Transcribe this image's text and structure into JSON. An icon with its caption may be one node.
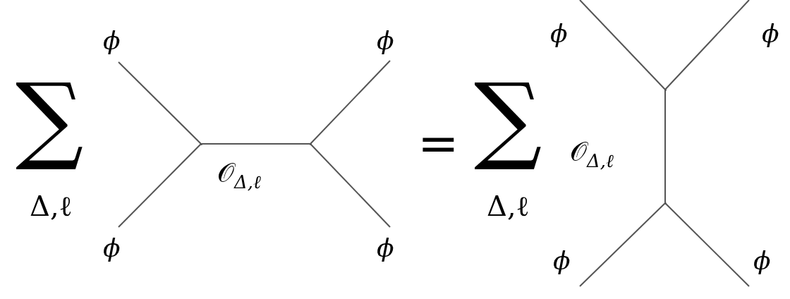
{
  "diagram": {
    "nodes": [
      {
        "text": [
          "ϕ"
        ]
      },
      {
        "text": [
          "ϕ"
        ]
      },
      {
        "text": [
          "ϕ"
        ]
      },
      {
        "text": [
          "ϕ"
        ]
      },
      {
        "text": [],
        "shape": "point"
      },
      {
        "text": [],
        "shape": "point"
      },
      {
        "text": [
          "ϕ"
        ]
      },
      {
        "text": [
          "ϕ"
        ]
      },
      {
        "text": [
          "ϕ"
        ]
      },
      {
        "text": [
          "ϕ"
        ]
      },
      {
        "text": [],
        "shape": "point"
      },
      {
        "text": [],
        "shape": "point"
      }
    ],
    "edges": [
      {
        "from": 0,
        "to": 4,
        "arrow": "none"
      },
      {
        "from": 1,
        "to": 4,
        "arrow": "none"
      },
      {
        "from": 4,
        "to": 5,
        "arrow": "none",
        "label": "𝒪$_{Δ,ℓ}$"
      },
      {
        "from": 2,
        "to": 5,
        "arrow": "none"
      },
      {
        "from": 3,
        "to": 5,
        "arrow": "none"
      },
      {
        "from": 6,
        "to": 10,
        "arrow": "none"
      },
      {
        "from": 7,
        "to": 10,
        "arrow": "none"
      },
      {
        "from": 10,
        "to": 11,
        "arrow": "none",
        "label": "𝒪$_{Δ,ℓ}$"
      },
      {
        "from": 8,
        "to": 11,
        "arrow": "none"
      },
      {
        "from": 9,
        "to": 11,
        "arrow": "none"
      }
    ],
    "labels": [
      "∑",
      "Δ,ℓ",
      "=",
      "∑",
      "Δ,ℓ"
    ]
  }
}
